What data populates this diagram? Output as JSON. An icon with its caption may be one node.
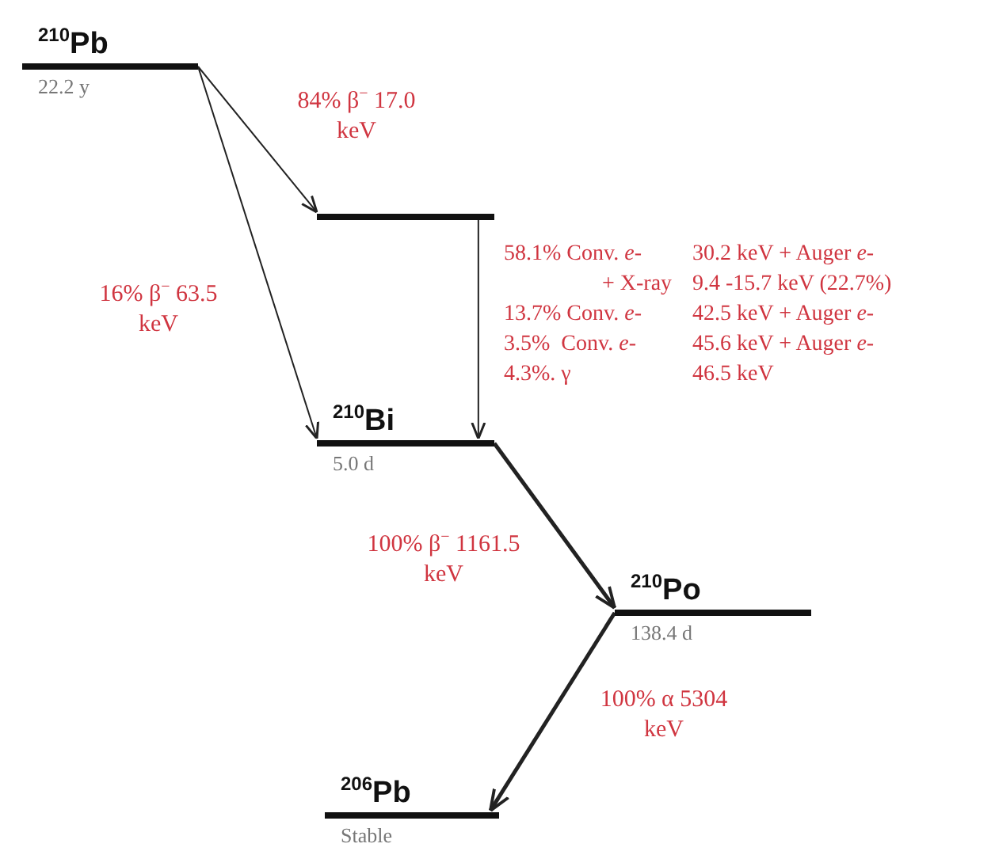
{
  "diagram": {
    "nodes": [
      {
        "text": [
          "$^{210}$Pb"
        ],
        "beside": [
          "22.2 y"
        ]
      },
      {
        "text": [],
        "shape": "bar"
      },
      {
        "text": [
          "$^{210}$Bi"
        ],
        "beside": [
          "5.0 d"
        ]
      },
      {
        "text": [
          "$^{210}$Po"
        ],
        "beside": [
          "138.4 d"
        ]
      },
      {
        "text": [
          "$^{206}$Pb"
        ],
        "beside": [
          "Stable"
        ]
      }
    ],
    "edges": [
      {
        "from": 0,
        "to": 1,
        "arrow": "to",
        "label": "84% β$^{−}$ 17.0 keV"
      },
      {
        "from": 0,
        "to": 2,
        "arrow": "to",
        "label": "16% β$^{−}$ 63.5 keV"
      },
      {
        "from": 1,
        "to": 2,
        "arrow": "to"
      },
      {
        "from": 2,
        "to": 3,
        "arrow": "to",
        "style": "thick",
        "label": "100% β$^{−}$ 1161.5 keV"
      },
      {
        "from": 3,
        "to": 4,
        "arrow": "to",
        "style": "thick",
        "label": "100% α 5304 keV"
      }
    ],
    "labels": [
      "58.1% Conv. *e*-",
      "30.2 keV + Auger *e*-",
      "+ X-ray",
      "9.4 -15.7 keV (22.7%)",
      "13.7% Conv. *e*-",
      "42.5 keV + Auger *e*-",
      "3.5%  Conv. *e*-",
      "45.6 keV + Auger *e*-",
      "4.3%. γ",
      "46.5 keV"
    ]
  }
}
